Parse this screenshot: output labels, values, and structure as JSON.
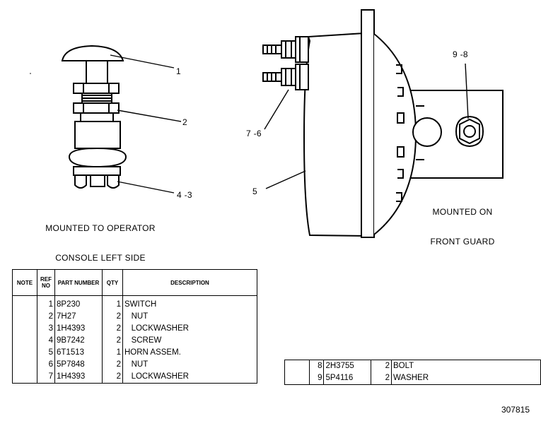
{
  "callouts": {
    "c1": "1",
    "c2": "2",
    "c43": "4 -3",
    "c5": "5",
    "c76": "7 -6",
    "c98": "9 -8"
  },
  "captions": {
    "left_line1": "MOUNTED TO OPERATOR",
    "left_line2": "CONSOLE LEFT SIDE",
    "right_line1": "MOUNTED ON",
    "right_line2": "FRONT GUARD"
  },
  "table1": {
    "headers": {
      "note": "NOTE",
      "ref_no": "REF NO",
      "part_number": "PART NUMBER",
      "qty": "QTY",
      "description": "DESCRIPTION"
    },
    "rows": [
      {
        "ref": "1",
        "part": "8P230",
        "qty": "1",
        "desc": "SWITCH"
      },
      {
        "ref": "2",
        "part": "7H27",
        "qty": "2",
        "desc": "   NUT"
      },
      {
        "ref": "3",
        "part": "1H4393",
        "qty": "2",
        "desc": "   LOCKWASHER"
      },
      {
        "ref": "4",
        "part": "9B7242",
        "qty": "2",
        "desc": "   SCREW"
      },
      {
        "ref": "5",
        "part": "6T1513",
        "qty": "1",
        "desc": "HORN ASSEM."
      },
      {
        "ref": "6",
        "part": "5P7848",
        "qty": "2",
        "desc": "   NUT"
      },
      {
        "ref": "7",
        "part": "1H4393",
        "qty": "2",
        "desc": "   LOCKWASHER"
      }
    ]
  },
  "table2": {
    "rows": [
      {
        "ref": "8",
        "part": "2H3755",
        "qty": "2",
        "desc": "BOLT"
      },
      {
        "ref": "9",
        "part": "5P4116",
        "qty": "2",
        "desc": "WASHER"
      }
    ]
  },
  "figure_number": "307815"
}
